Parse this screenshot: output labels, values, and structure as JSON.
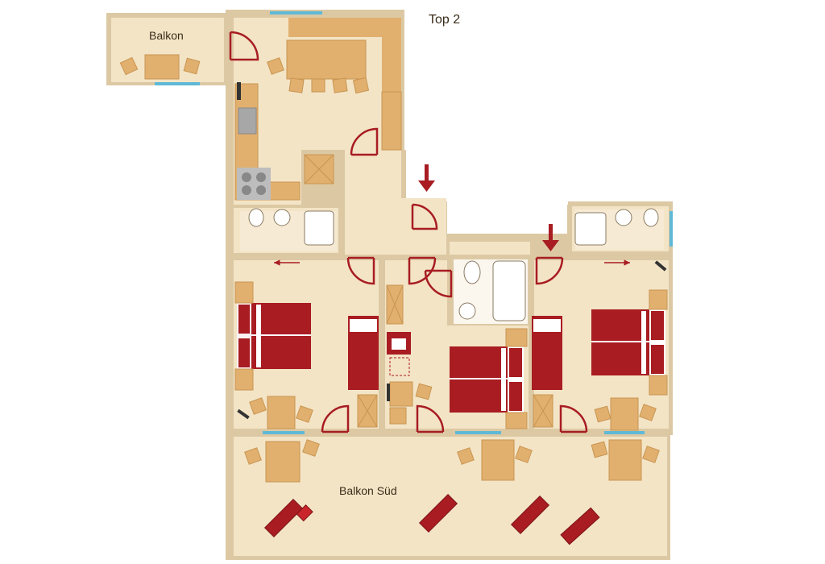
{
  "title": "Top 2",
  "rooms": {
    "balkon": "Balkon",
    "balkon_sued": "Balkon Süd"
  },
  "colors": {
    "wall": "#dcc9a4",
    "floor": "#f3e4c6",
    "wood": "#e1b06f",
    "wood_dark": "#c99550",
    "bed": "#a81c22",
    "door": "#a81c22",
    "window": "#5fb9d6",
    "tile": "#fbf6ee"
  },
  "icons": [
    "entrance-arrow-icon",
    "sliding-door-arrow-icon",
    "door-swing-icon"
  ]
}
